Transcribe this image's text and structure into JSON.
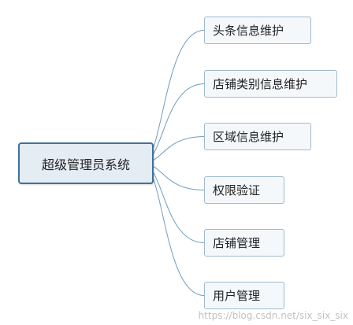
{
  "root": {
    "label": "超级管理员系统"
  },
  "branches": [
    {
      "label": "头条信息维护"
    },
    {
      "label": "店铺类别信息维护"
    },
    {
      "label": "区域信息维护"
    },
    {
      "label": "权限验证"
    },
    {
      "label": "店铺管理"
    },
    {
      "label": "用户管理"
    }
  ],
  "watermark": "https://blog.csdn.net/six_six_six",
  "colors": {
    "connector": "#6f9cbd",
    "root_border": "#41709c",
    "root_fill": "#e4ecf4",
    "node_border": "#9fbad0",
    "node_fill": "#f5f8fb"
  }
}
